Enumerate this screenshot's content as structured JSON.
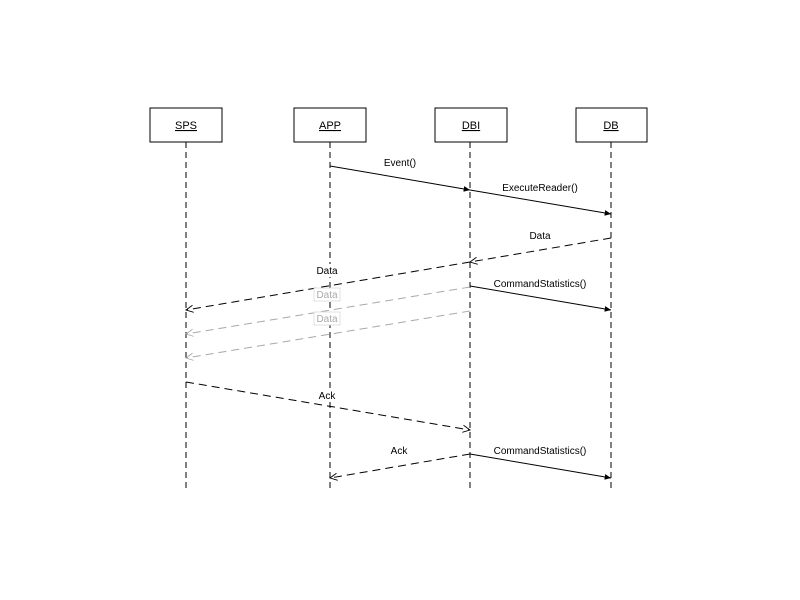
{
  "diagram": {
    "participants": [
      {
        "id": "sps",
        "label": "SPS"
      },
      {
        "id": "app",
        "label": "APP"
      },
      {
        "id": "dbi",
        "label": "DBI"
      },
      {
        "id": "db",
        "label": "DB"
      }
    ],
    "messages": [
      {
        "id": "m1",
        "label": "Event()",
        "from": "app",
        "to": "dbi",
        "style": "sync"
      },
      {
        "id": "m2",
        "label": "ExecuteReader()",
        "from": "dbi",
        "to": "db",
        "style": "sync"
      },
      {
        "id": "m3",
        "label": "Data",
        "from": "db",
        "to": "dbi",
        "style": "return"
      },
      {
        "id": "m4",
        "label": "Data",
        "from": "dbi",
        "to": "sps",
        "style": "return"
      },
      {
        "id": "m5",
        "label": "CommandStatistics()",
        "from": "dbi",
        "to": "db",
        "style": "sync"
      },
      {
        "id": "m6",
        "label": "Data",
        "from": "dbi",
        "to": "sps",
        "style": "return",
        "faded": true
      },
      {
        "id": "m7",
        "label": "Data",
        "from": "dbi",
        "to": "sps",
        "style": "return",
        "faded": true
      },
      {
        "id": "m8",
        "label": "Ack",
        "from": "sps",
        "to": "dbi",
        "style": "return"
      },
      {
        "id": "m9",
        "label": "Ack",
        "from": "dbi",
        "to": "app",
        "style": "return"
      },
      {
        "id": "m10",
        "label": "CommandStatistics()",
        "from": "dbi",
        "to": "db",
        "style": "sync"
      }
    ],
    "colors": {
      "line": "#000000",
      "faded": "#a9a9a9",
      "box_fill": "#ffffff"
    }
  }
}
